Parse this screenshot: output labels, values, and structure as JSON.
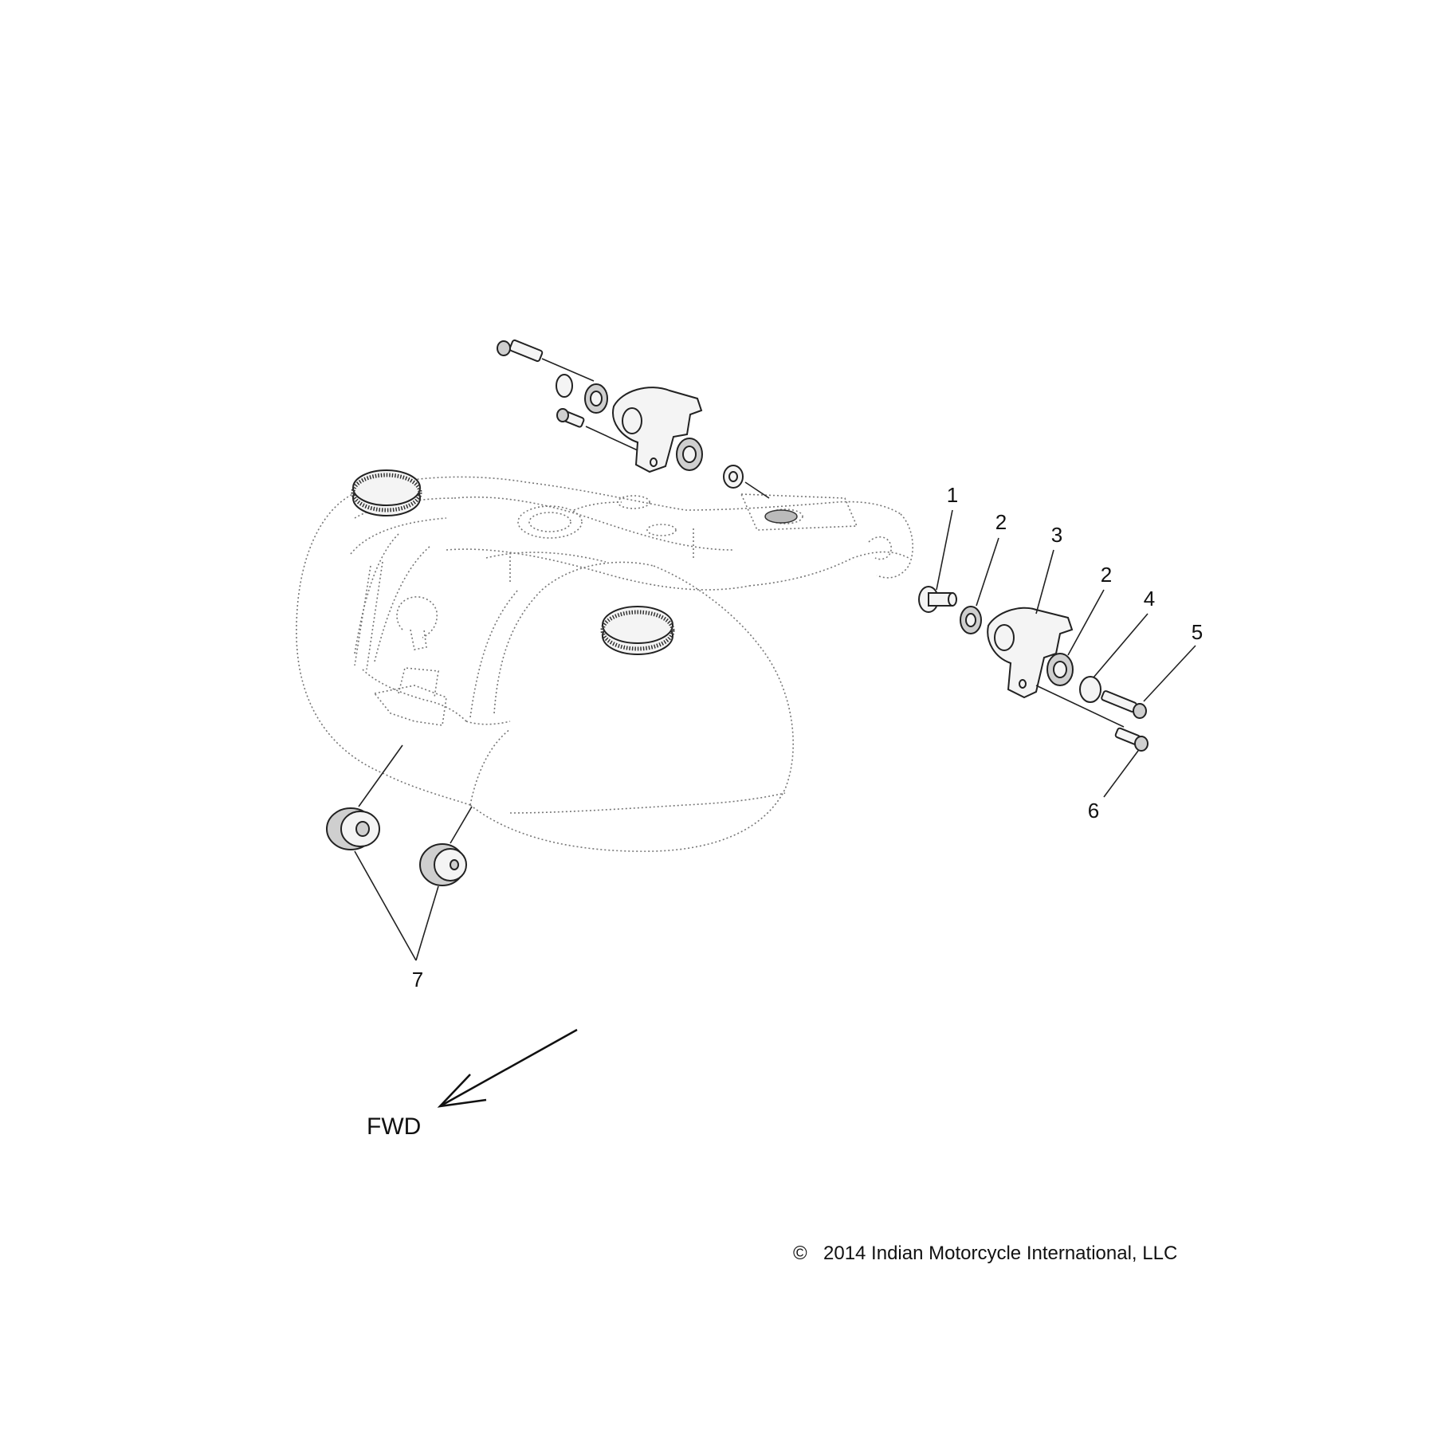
{
  "callouts": [
    "1",
    "2",
    "3",
    "2",
    "4",
    "5",
    "6",
    "7"
  ],
  "direction_label": "FWD",
  "copyright": {
    "symbol": "©",
    "text": "2014 Indian Motorcycle International, LLC"
  }
}
